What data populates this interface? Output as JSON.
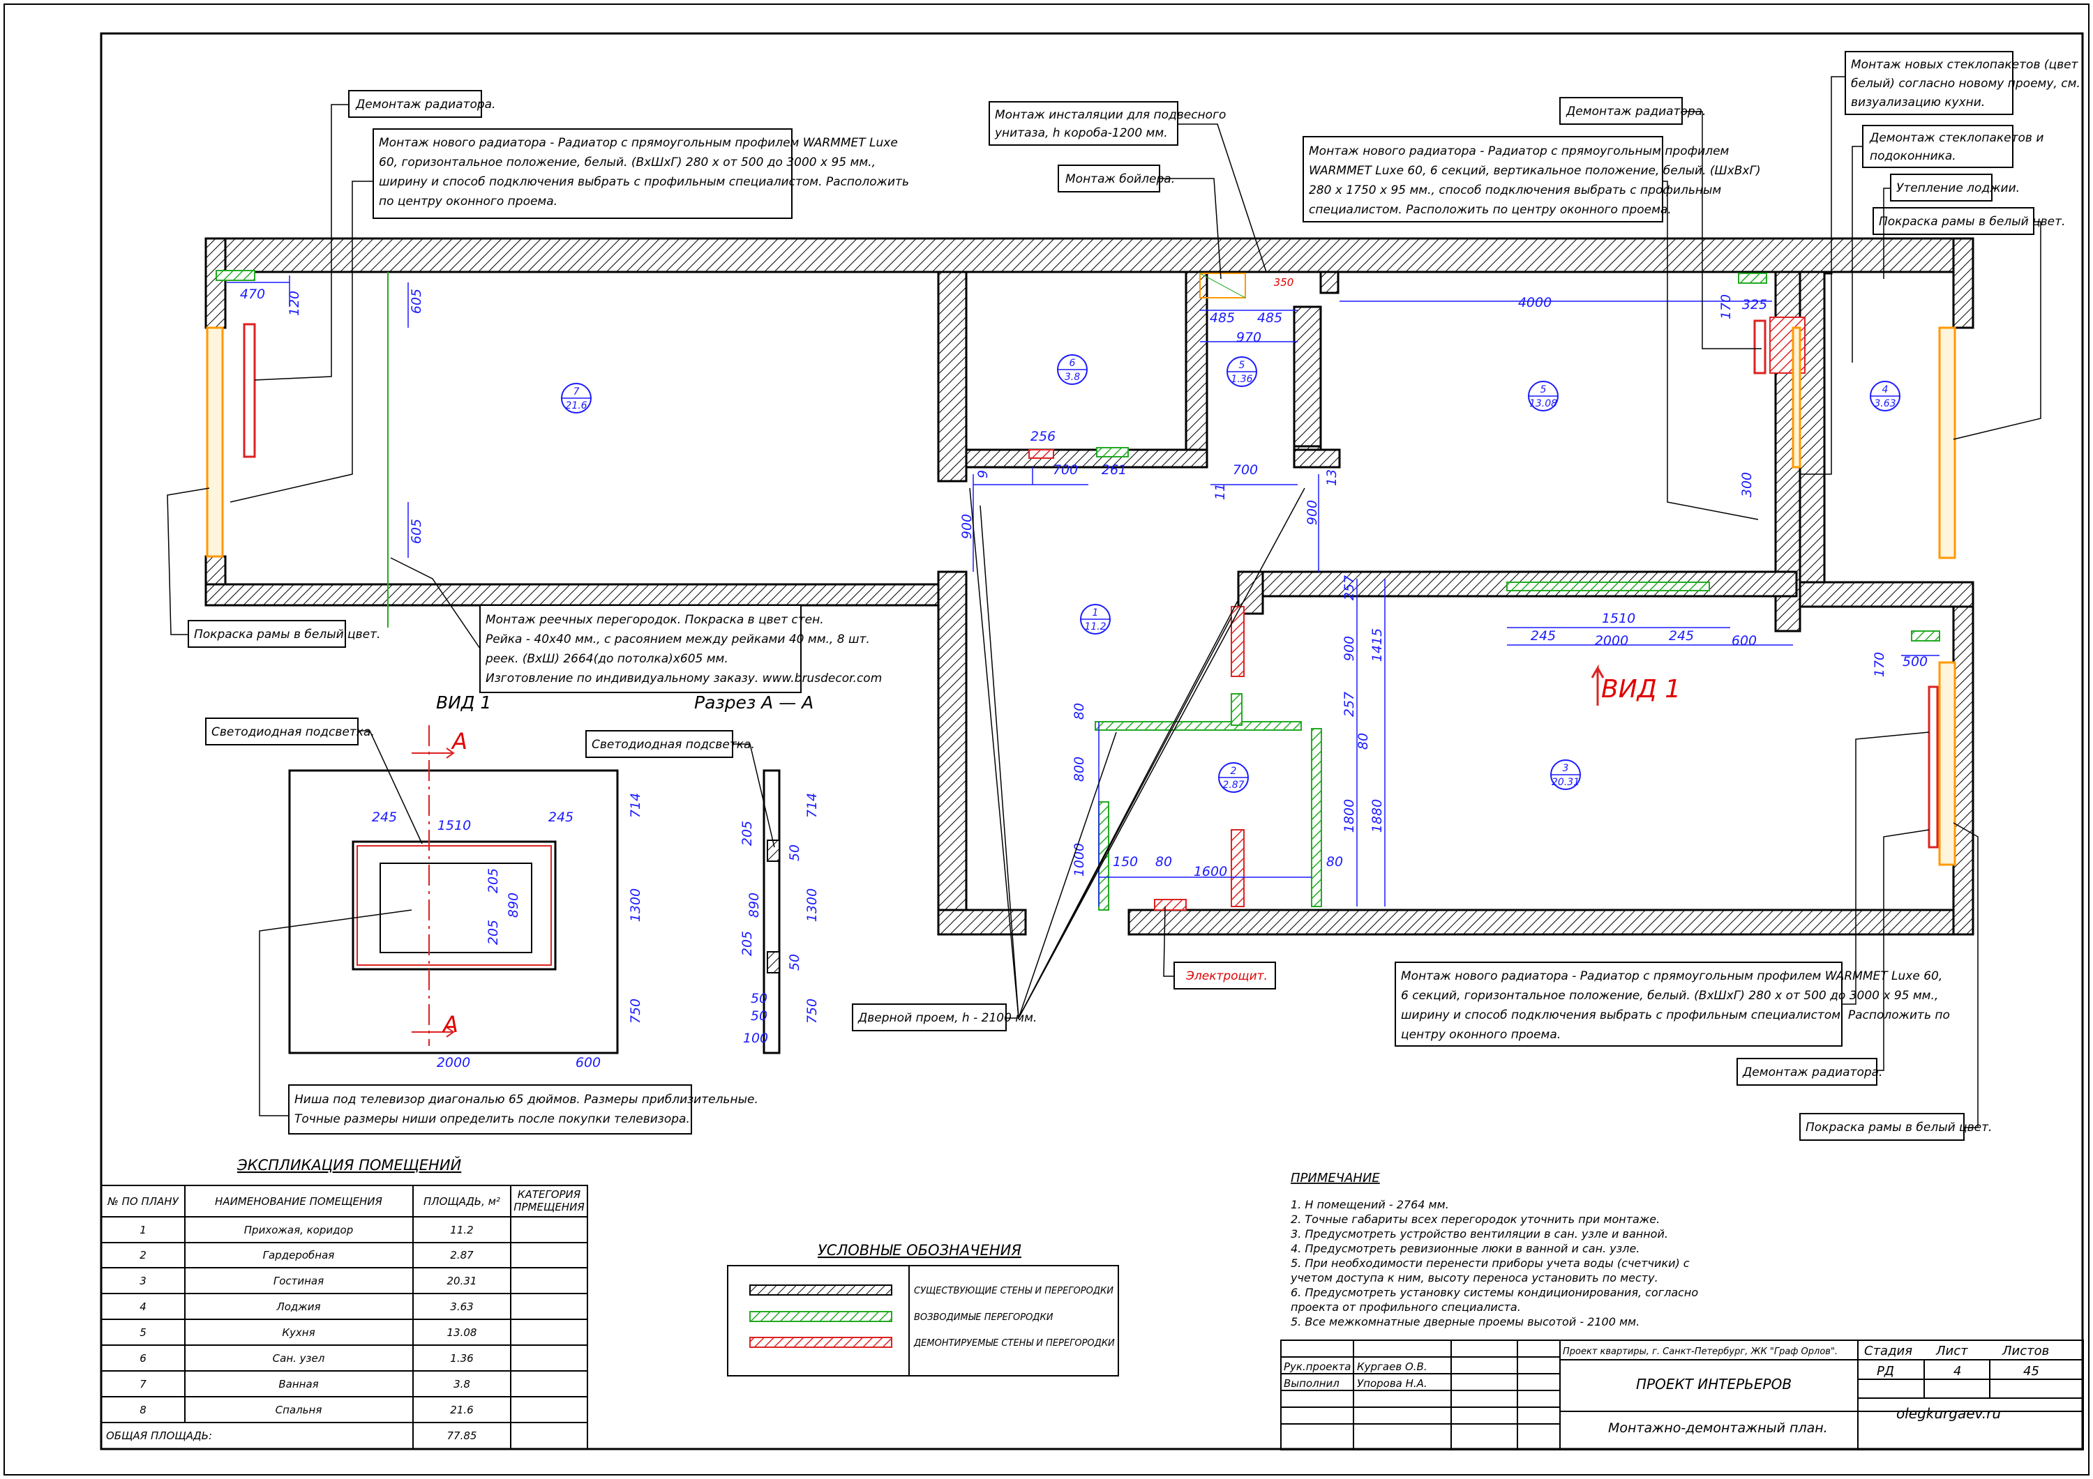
{
  "notes": {
    "radiator_demolish": "Демонтаж радиатора.",
    "radiator_new_left": [
      "Монтаж нового радиатора - Радиатор с прямоугольным профилем WARMMET Luxe",
      "60, горизонтальное положение, белый. (ВхШхГ) 280 х от 500 до 3000 х 95 мм.,",
      "ширину и способ подключения выбрать с профильным специалистом. Расположить",
      "по центру оконного проема."
    ],
    "toilet_install": [
      "Монтаж инсталяции для подвесного",
      "унитаза, h короба-1200 мм."
    ],
    "boiler": "Монтаж бойлера.",
    "radiator_demolish_kitchen": "Демонтаж радиатора.",
    "radiator_new_kitchen": [
      "Монтаж нового радиатора - Радиатор с прямоугольным профилем",
      "WARMMET Luxe 60, 6 секций, вертикальное положение, белый. (ШхВхГ)",
      "280 х 1750 х 95 мм., способ подключения выбрать с профильным",
      "специалистом. Расположить по центру оконного проема."
    ],
    "glass_new": [
      "Монтаж новых стеклопакетов (цвет",
      "белый) согласно новому проему, см.",
      "визуализацию кухни."
    ],
    "glass_demolish": [
      "Демонтаж стеклопакетов и",
      "подоконника."
    ],
    "loggia_insulation": "Утепление лоджии.",
    "frame_paint_right": "Покраска рамы в белый цвет.",
    "frame_paint_left": "Покраска рамы в белый цвет.",
    "slats": [
      "Монтаж реечных перегородок. Покраска в цвет стен.",
      "Рейка -  40х40 мм., с расоянием между рейками 40 мм., 8 шт.",
      "реек. (ВхШ) 2664(до потолка)х605 мм.",
      "Изготовление по индивидуальному заказу. www.brusdecor.com"
    ],
    "led_1": "Светодиодная подсветка.",
    "led_2": "Светодиодная подсветка.",
    "tv_niche": [
      "Ниша под телевизор диагональю 65 дюймов. Размеры приблизительные.",
      "Точные размеры ниши определить после покупки телевизора."
    ],
    "door_opening": "Дверной проем, h - 2100 мм.",
    "electrical_panel": "Электрощит.",
    "radiator_new_living": [
      "Монтаж нового радиатора - Радиатор с прямоугольным профилем WARMMET Luxe 60,",
      "6 секций, горизонтальное положение, белый. (ВхШхГ) 280 х от 500 до 3000 х 95 мм.,",
      "ширину и способ подключения выбрать с профильным специалистом. Расположить по",
      "центру оконного проема."
    ],
    "radiator_demolish_living": "Демонтаж радиатора.",
    "frame_paint_living": "Покраска рамы в белый цвет."
  },
  "view_labels": {
    "view1": "ВИД 1",
    "section": "Разрез А — А",
    "view1_red": "ВИД 1",
    "section_mark_a": "А"
  },
  "rooms": [
    {
      "num": "7",
      "area": "21.6"
    },
    {
      "num": "6",
      "area": "3.8"
    },
    {
      "num": "5",
      "area": "1.36"
    },
    {
      "num": "5",
      "area": "13.08"
    },
    {
      "num": "4",
      "area": "3.63"
    },
    {
      "num": "1",
      "area": "11.2"
    },
    {
      "num": "2",
      "area": "2.87"
    },
    {
      "num": "3",
      "area": "20.31"
    }
  ],
  "dims": {
    "d470": "470",
    "d120": "120",
    "d605a": "605",
    "d605b": "605",
    "d485a": "485",
    "d485b": "485",
    "d970": "970",
    "d350": "350",
    "d4000": "4000",
    "d170a": "170",
    "d325": "325",
    "d300": "300",
    "d256": "256",
    "d700a": "700",
    "d261": "261",
    "d700b": "700",
    "d9": "9",
    "d11": "11",
    "d13": "13",
    "d900a": "900",
    "d900b": "900",
    "d257a": "257",
    "d900c": "900",
    "d1415": "1415",
    "d257b": "257",
    "d80a": "80",
    "d800": "800",
    "d1800": "1800",
    "d1880": "1880",
    "d80b": "80",
    "d1000": "1000",
    "d150": "150",
    "d80c": "80",
    "d1600": "1600",
    "d80d": "80",
    "d1510": "1510",
    "d245a": "245",
    "d2000": "2000",
    "d245b": "245",
    "d600": "600",
    "d170b": "170",
    "d500": "500",
    "v245a": "245",
    "v1510": "1510",
    "v245b": "245",
    "v205a": "205",
    "v890": "890",
    "v205b": "205",
    "v714": "714",
    "v1300": "1300",
    "v750": "750",
    "v2000": "2000",
    "v600": "600",
    "s205a": "205",
    "s890": "890",
    "s205b": "205",
    "s714": "714",
    "s50a": "50",
    "s1300": "1300",
    "s50b": "50",
    "s750": "750",
    "s50c": "50",
    "s50d": "50",
    "s100": "100"
  },
  "explication": {
    "title": "ЭКСПЛИКАЦИЯ ПОМЕЩЕНИЙ",
    "headers": [
      "№ ПО ПЛАНУ",
      "НАИМЕНОВАНИЕ ПОМЕЩЕНИЯ",
      "ПЛОЩАДЬ, м²",
      "КАТЕГОРИЯ",
      "ПРМЕЩЕНИЯ"
    ],
    "rows": [
      [
        "1",
        "Прихожая, коридор",
        "11.2"
      ],
      [
        "2",
        "Гардеробная",
        "2.87"
      ],
      [
        "3",
        "Гостиная",
        "20.31"
      ],
      [
        "4",
        "Лоджия",
        "3.63"
      ],
      [
        "5",
        "Кухня",
        "13.08"
      ],
      [
        "6",
        "Сан. узел",
        "1.36"
      ],
      [
        "7",
        "Ванная",
        "3.8"
      ],
      [
        "8",
        "Спальня",
        "21.6"
      ]
    ],
    "total_label": "ОБЩАЯ ПЛОЩАДЬ:",
    "total_value": "77.85"
  },
  "legend": {
    "title": "УСЛОВНЫЕ ОБОЗНАЧЕНИЯ",
    "items": [
      "СУЩЕСТВУЮЩИЕ СТЕНЫ И ПЕРЕГОРОДКИ",
      "ВОЗВОДИМЫЕ ПЕРЕГОРОДКИ",
      "ДЕМОНТИРУЕМЫЕ СТЕНЫ И ПЕРЕГОРОДКИ"
    ],
    "colors": [
      "#000000",
      "#22aa22",
      "#dd2222"
    ]
  },
  "remarks": {
    "title": "ПРИМЕЧАНИЕ",
    "lines": [
      "1. H помещений - 2764 мм.",
      "2. Точные габариты всех перегородок уточнить при монтаже.",
      "3. Предусмотреть устройство вентиляции в сан. узле и ванной.",
      "4. Предусмотреть ревизионные люки в ванной и сан. узле.",
      "5. При необходимости перенести приборы учета воды (счетчики) с",
      "учетом доступа к ним, высоту переноса установить по месту.",
      "6. Предусмотреть установку системы кондиционирования, согласно",
      "проекта от профильного специалиста.",
      "5. Все межкомнатные дверные проемы высотой - 2100 мм."
    ]
  },
  "title_block": {
    "project": "Проект квартиры, г. Санкт-Петербург, ЖК \"Граф Орлов\".",
    "stage_h": "Стадия",
    "sheet_h": "Лист",
    "sheets_h": "Листов",
    "stage": "РД",
    "sheet": "4",
    "sheets": "45",
    "lead_label": "Рук.проекта",
    "lead_name": "Кургаев О.В.",
    "exec_label": "Выполнил",
    "exec_name": "Упорова Н.А.",
    "title": "ПРОЕКТ ИНТЕРЬЕРОВ",
    "sheet_title": "Монтажно-демонтажный план.",
    "site": "olegkurgaev.ru"
  }
}
